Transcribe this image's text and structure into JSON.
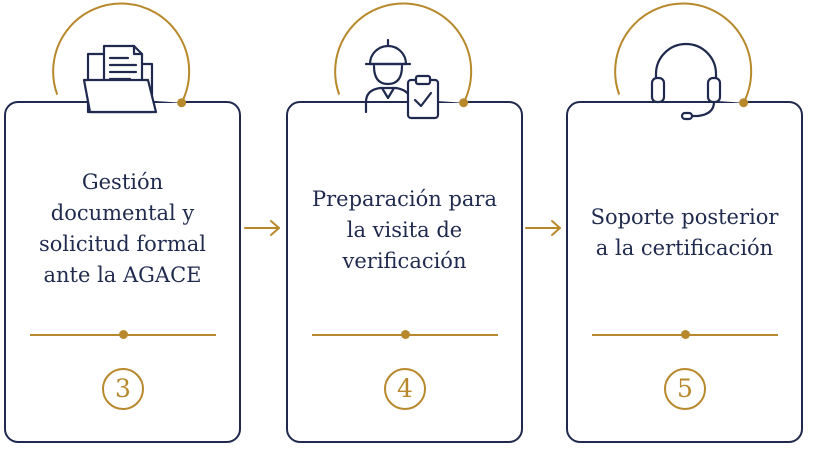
{
  "colors": {
    "navy": "#1f2a4e",
    "gold": "#b8892c"
  },
  "steps": [
    {
      "number": "3",
      "icon": "folder-document-icon",
      "lines": [
        "Gestión",
        "documental y",
        "solicitud formal",
        "ante la AGACE"
      ]
    },
    {
      "number": "4",
      "icon": "worker-clipboard-icon",
      "lines": [
        "Preparación para",
        "la visita de",
        "verificación"
      ]
    },
    {
      "number": "5",
      "icon": "headset-icon",
      "lines": [
        "Soporte posterior",
        "a la certificación"
      ]
    }
  ],
  "connectors": [
    "arrow-right-icon",
    "arrow-right-icon"
  ]
}
